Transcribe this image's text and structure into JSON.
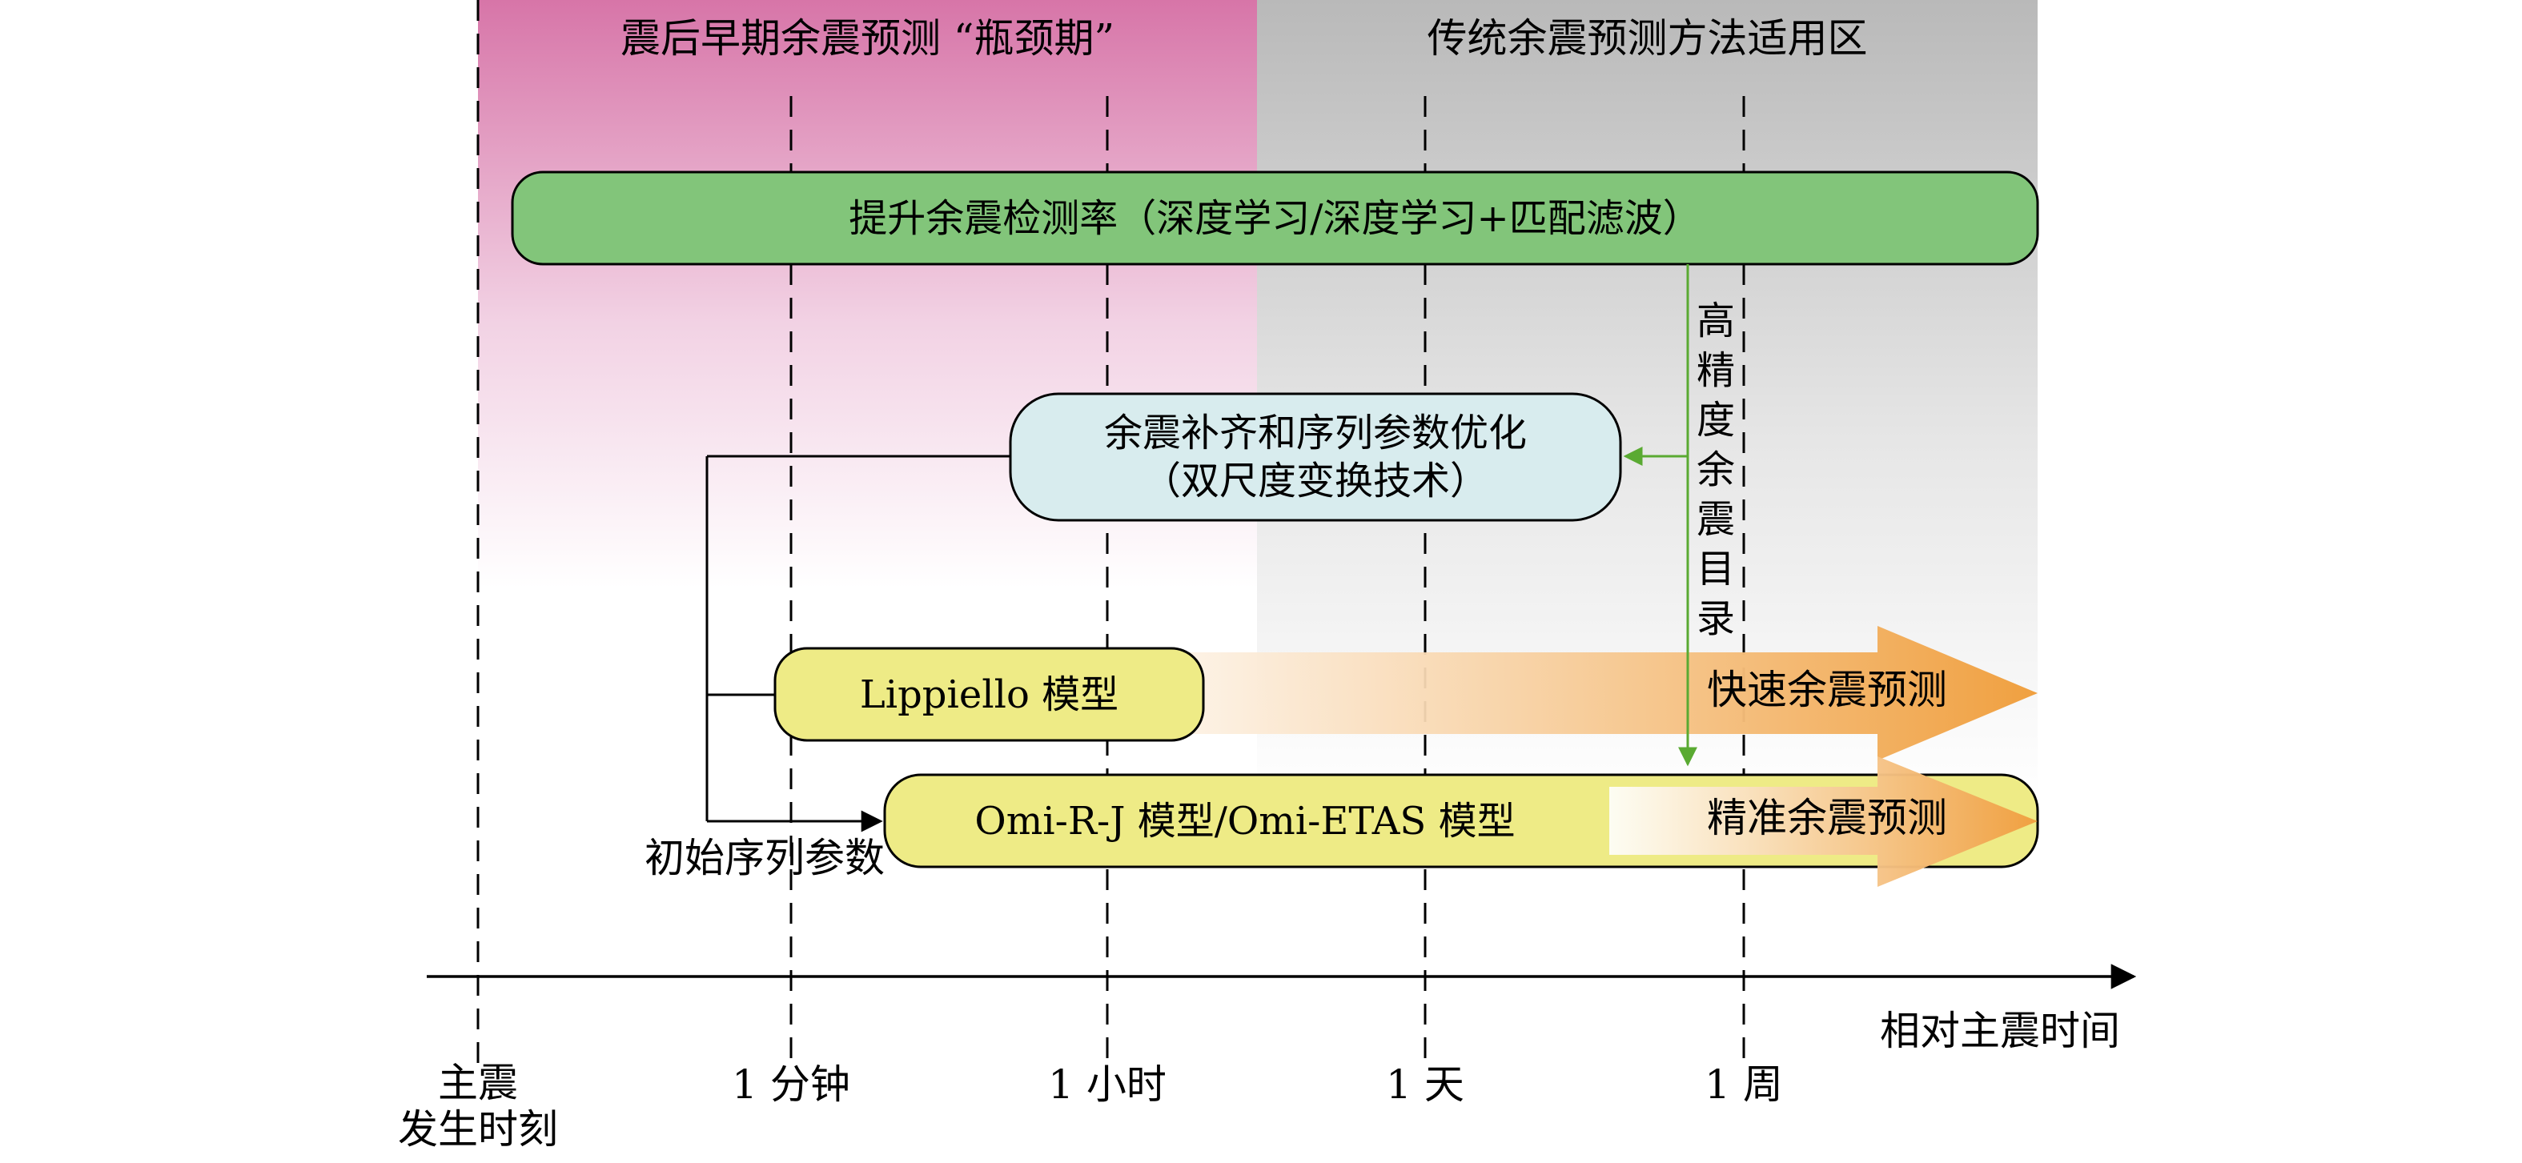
{
  "regions": {
    "early": {
      "label": "震后早期余震预测 “瓶颈期”",
      "color": "#d775a8"
    },
    "traditional": {
      "label": "传统余震预测方法适用区",
      "color": "#b9b9b9"
    }
  },
  "boxes": {
    "detection": {
      "label": "提升余震检测率（深度学习/深度学习+匹配滤波）",
      "color": "#82c57a"
    },
    "completion": {
      "line1": "余震补齐和序列参数优化",
      "line2": "（双尺度变换技术）",
      "color": "#d8ecee"
    },
    "lippiello": {
      "label": "Lippiello 模型",
      "color": "#eeeb86"
    },
    "omi": {
      "label": "Omi-R-J 模型/Omi-ETAS 模型",
      "color": "#eeeb86"
    }
  },
  "arrows": {
    "fast": {
      "label": "快速余震预测",
      "color": "#f0a040"
    },
    "precise": {
      "label": "精准余震预测",
      "color": "#f0a040"
    },
    "catalog_chars": [
      "高",
      "精",
      "度",
      "余",
      "震",
      "目",
      "录"
    ],
    "catalog_color": "#5aaa32",
    "initial_params": "初始序列参数"
  },
  "axis": {
    "title": "相对主震时间",
    "ticks": [
      {
        "line1": "主震",
        "line2": "发生时刻"
      },
      {
        "line1": "1 分钟"
      },
      {
        "line1": "1 小时"
      },
      {
        "line1": "1 天"
      },
      {
        "line1": "1 周"
      }
    ]
  }
}
